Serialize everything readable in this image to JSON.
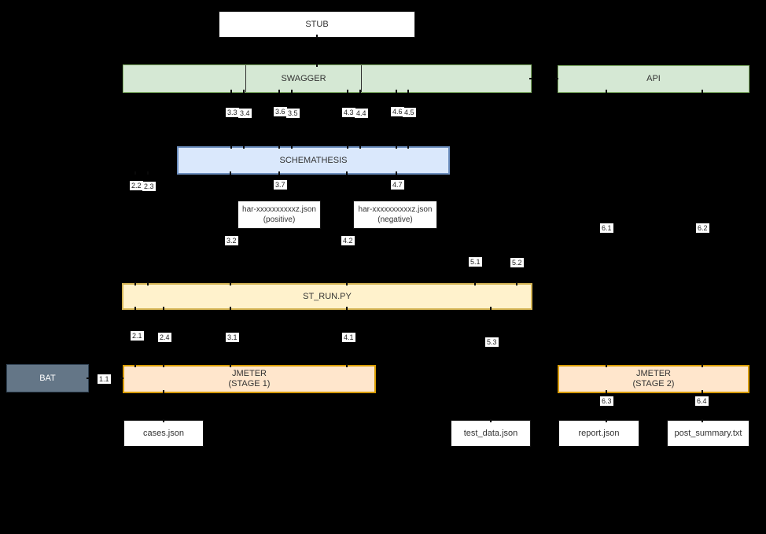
{
  "nodes": {
    "stub": {
      "label": "STUB"
    },
    "swagger": {
      "label": "SWAGGER"
    },
    "api": {
      "label": "API"
    },
    "schemathesis": {
      "label": "SCHEMATHESIS"
    },
    "har_positive": {
      "line1": "har-xxxxxxxxxxz.json",
      "line2": "(positive)"
    },
    "har_negative": {
      "line1": "har-xxxxxxxxxxz.json",
      "line2": "(negative)"
    },
    "st_run": {
      "label": "ST_RUN.PY"
    },
    "bat": {
      "label": "BAT"
    },
    "jmeter_stage1": {
      "line1": "JMETER",
      "line2": "(STAGE 1)"
    },
    "jmeter_stage2": {
      "line1": "JMETER",
      "line2": "(STAGE 2)"
    },
    "cases_json": {
      "label": "cases.json"
    },
    "test_data_json": {
      "label": "test_data.json"
    },
    "report_json": {
      "label": "report.json"
    },
    "post_summary_txt": {
      "label": "post_summary.txt"
    }
  },
  "step_labels": {
    "s1_1": "1.1",
    "s2_1": "2.1",
    "s2_2": "2.2",
    "s2_3": "2.3",
    "s2_4": "2.4",
    "s3_1": "3.1",
    "s3_2": "3.2",
    "s3_3": "3.3",
    "s3_4": "3.4",
    "s3_5": "3.5",
    "s3_6": "3.6",
    "s3_7": "3.7",
    "s4_1": "4.1",
    "s4_2": "4.2",
    "s4_3": "4.3",
    "s4_4": "4.4",
    "s4_5": "4.5",
    "s4_6": "4.6",
    "s4_7": "4.7",
    "s5_1": "5.1",
    "s5_2": "5.2",
    "s5_3": "5.3",
    "s6_1": "6.1",
    "s6_2": "6.2",
    "s6_3": "6.3",
    "s6_4": "6.4"
  },
  "colors": {
    "background": "#000000",
    "green_fill": "#d5e8d4",
    "green_border": "#82b366",
    "blue_fill": "#dae8fc",
    "blue_border": "#6c8ebf",
    "yellow_fill": "#fff2cc",
    "yellow_border": "#d6b656",
    "orange_fill": "#ffe6cc",
    "orange_border": "#d79b00",
    "slate_fill": "#647687",
    "slate_border": "#314354",
    "white_fill": "#ffffff"
  }
}
